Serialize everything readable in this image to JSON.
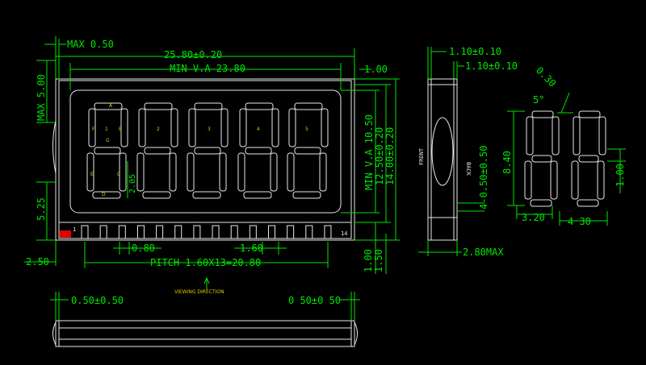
{
  "dimensions": {
    "max_050": "MAX 0.50",
    "overall_width": "25.80±0.20",
    "min_va_width": "MIN V.A 23.80",
    "max_500": "MAX 5.00",
    "dim_525": "5.25",
    "dim_250": "2.50",
    "dim_080": "0.80",
    "dim_160": "1.60",
    "pitch": "PITCH 1.60X13=20.80",
    "dim_205": "2.05",
    "right_100": "1.00",
    "min_va_height": "MIN V.A 10.50",
    "height_1250": "12.50±0.20",
    "height_1400": "14.00±0.20",
    "bottom_100": "1.00",
    "bottom_150": "1.50",
    "side_110_a": "1.10±0.10",
    "side_110_b": "1.10±0.10",
    "side_050": "4-0.50±0.50",
    "side_280": "2.80MAX",
    "front": "FRONT",
    "back": "BACK",
    "detail_030": "0.30",
    "detail_5deg": "5°",
    "detail_840": "8.40",
    "detail_100": "1.00",
    "detail_320": "3.20",
    "detail_430": "4 30",
    "bottom_left": "0.50±0.50",
    "bottom_right": "0 50±0 50",
    "viewing_direction": "VIEWING DIRECTION"
  },
  "segment_labels": {
    "a": "A",
    "b": "B",
    "c": "C",
    "d": "D",
    "e": "E",
    "f": "F",
    "g": "G",
    "d1": "1",
    "d2": "2",
    "d3": "3",
    "d4": "4",
    "d5": "5"
  },
  "pins": {
    "first": "1",
    "last": "14"
  },
  "colors": {
    "dimension_lines": "#00e600",
    "outline": "#e8e8e8",
    "labels": "#e8c800",
    "pin1_marker": "#e00000",
    "background": "#000000"
  }
}
